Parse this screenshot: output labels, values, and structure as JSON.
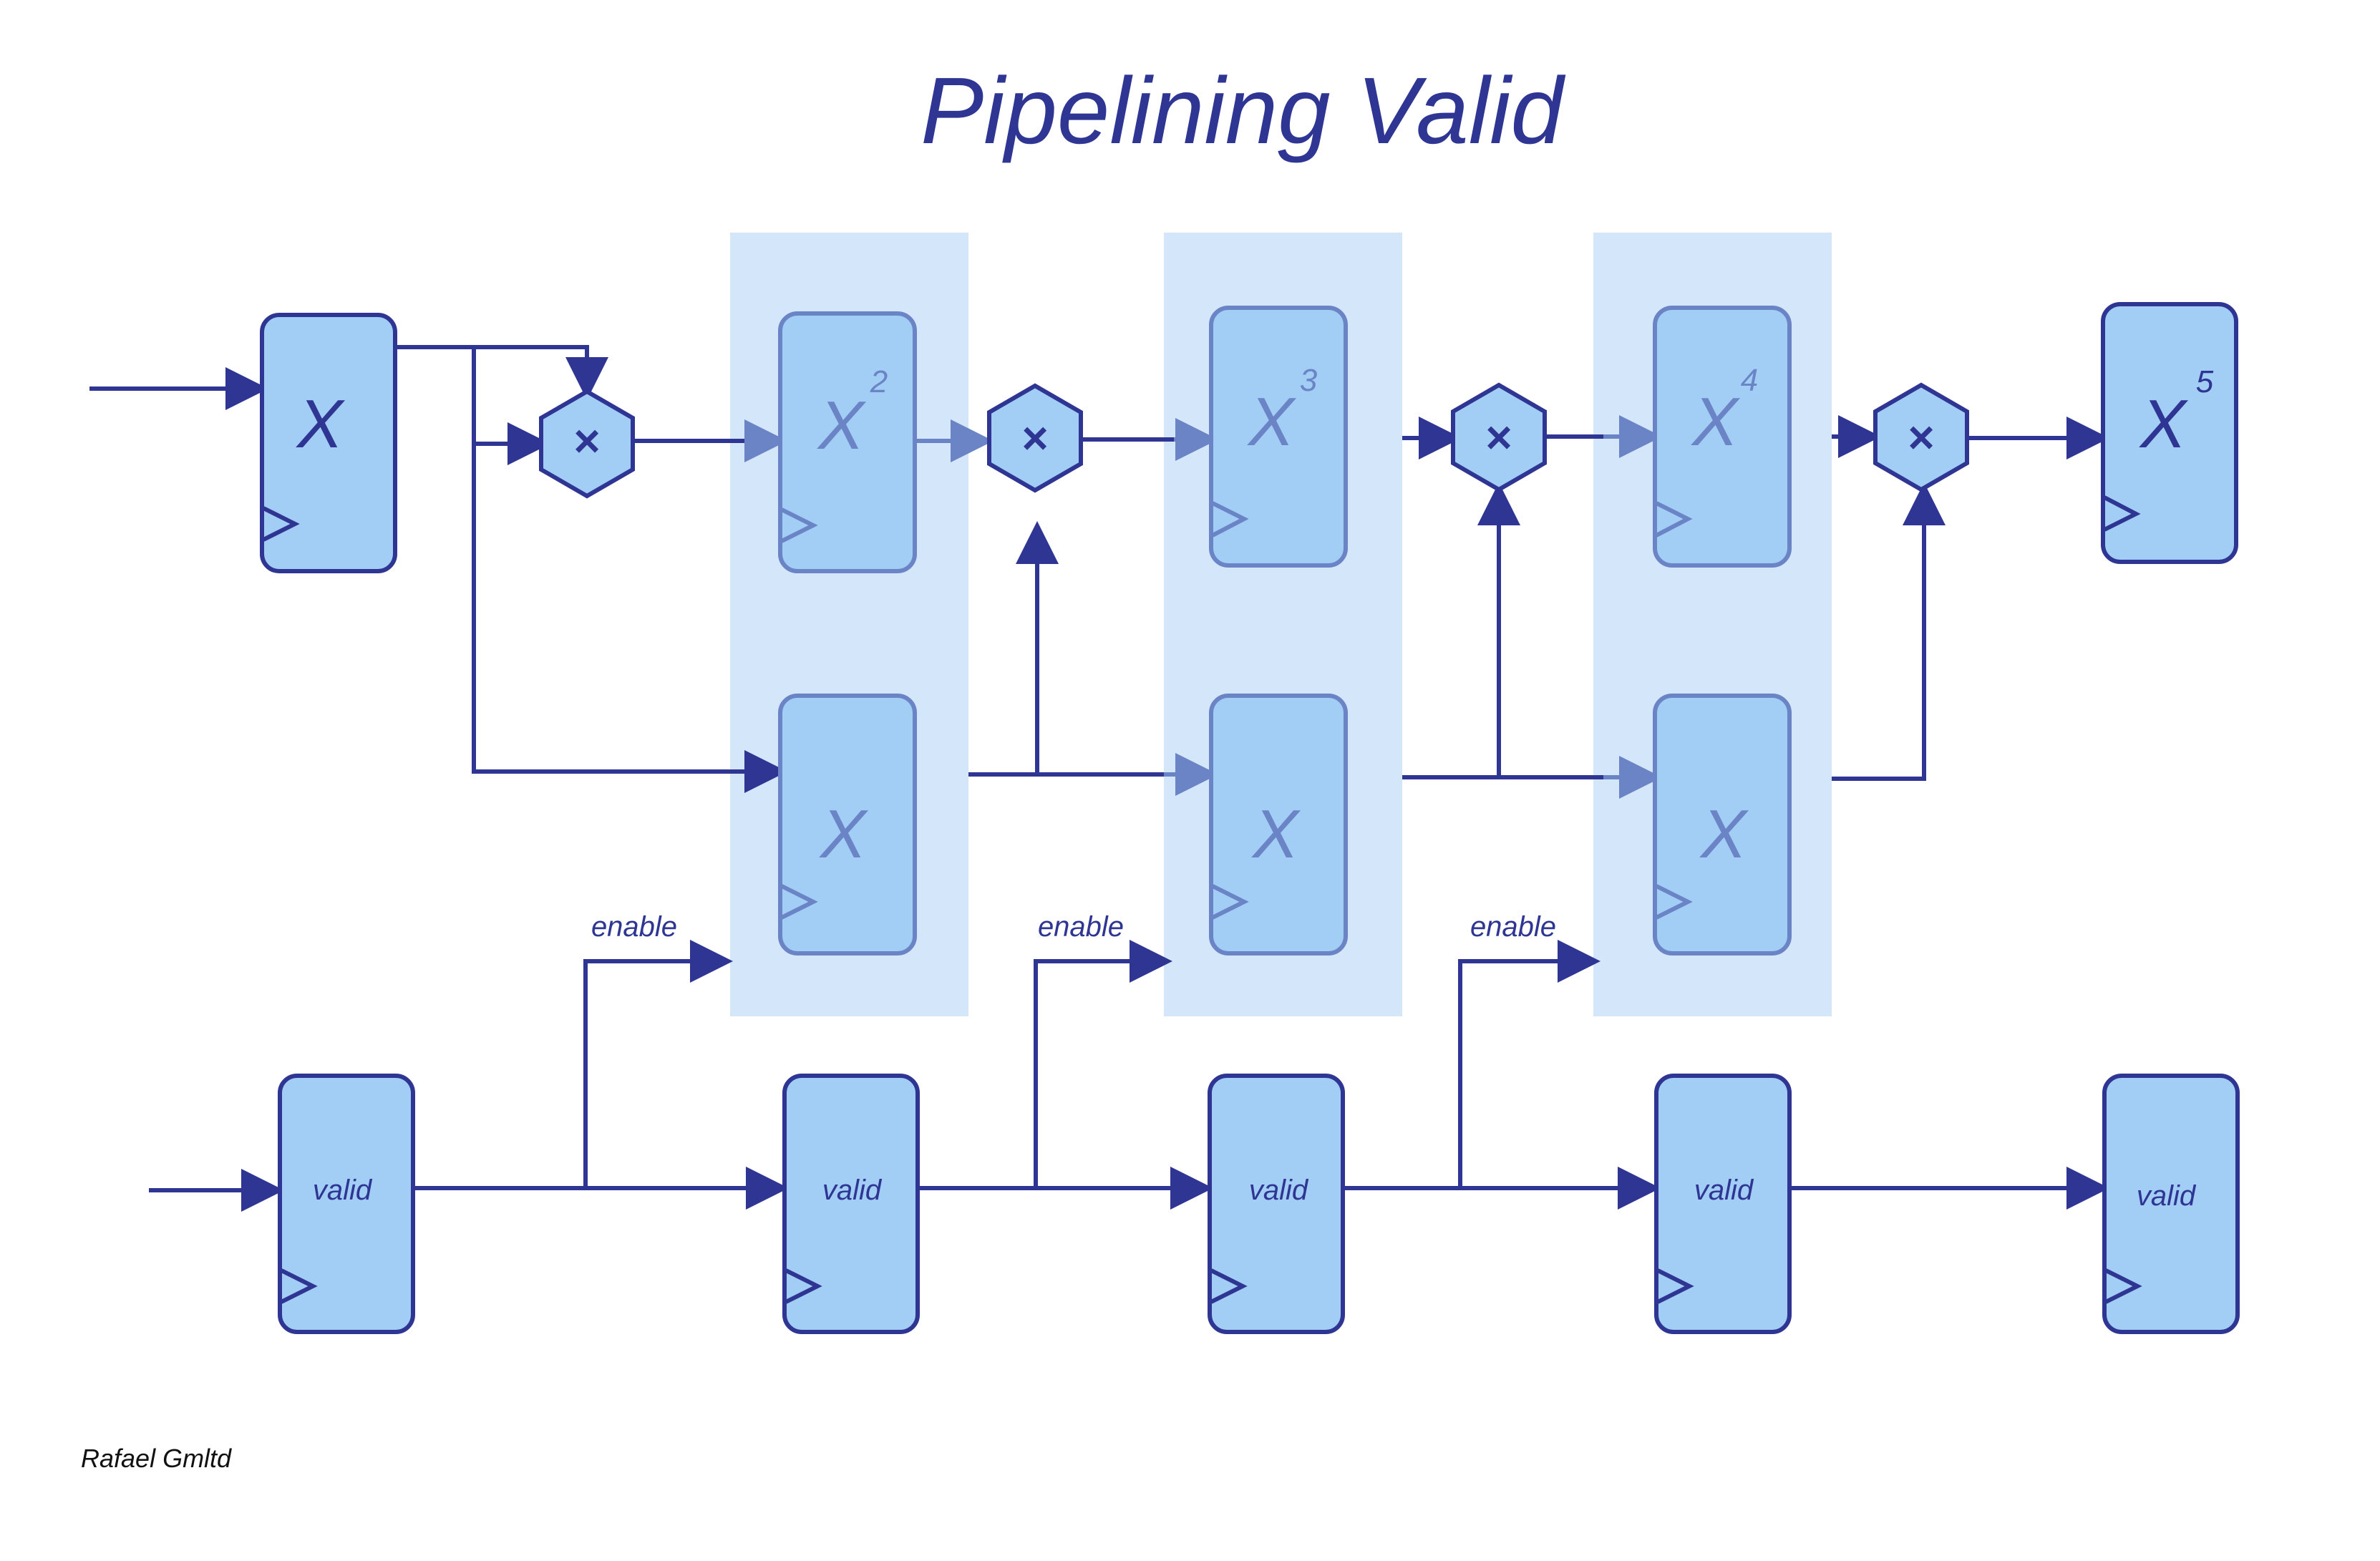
{
  "title": "Pipelining Valid",
  "credit": "Rafael Gmltd",
  "colors": {
    "stroke": "#2e3592",
    "register_fill": "#a2cdf4",
    "stage_band": "#d4e7fa",
    "muted_stroke": "#6a84c6",
    "muted_text": "#6a84c6"
  },
  "registers": {
    "x_in": {
      "label": "X"
    },
    "x_out": {
      "label": "X",
      "exp": "5"
    },
    "stage1_power": {
      "label": "X",
      "exp": "2"
    },
    "stage2_power": {
      "label": "X",
      "exp": "3"
    },
    "stage3_power": {
      "label": "X",
      "exp": "4"
    },
    "stage1_x": {
      "label": "X"
    },
    "stage2_x": {
      "label": "X"
    },
    "stage3_x": {
      "label": "X"
    }
  },
  "valid_registers": [
    "valid",
    "valid",
    "valid",
    "valid",
    "valid"
  ],
  "enable_labels": [
    "enable",
    "enable",
    "enable"
  ],
  "multiplier_symbol": "×"
}
